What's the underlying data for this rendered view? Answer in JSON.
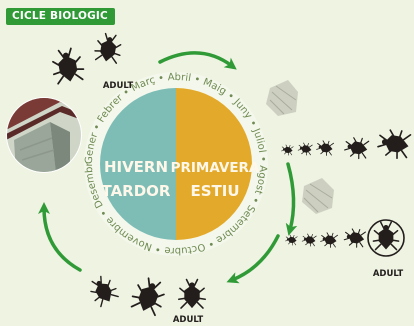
{
  "title": "CICLE BIOLOGIC",
  "center": {
    "left": [
      "HIVERN",
      "TARDOR"
    ],
    "right": [
      "PRIMAVERA",
      "ESTIU"
    ]
  },
  "months": [
    "Gener",
    "Febrer",
    "Març",
    "Abril",
    "Maig",
    "Juny",
    "Juliol",
    "Agost",
    "Setembre",
    "Octubre",
    "Novembre",
    "Desembre"
  ],
  "labels": {
    "adult_top": "ADULT",
    "adult_bottom": "ADULT",
    "adult_right": "ADULT"
  },
  "colors": {
    "background": "#eef3e2",
    "winter": "#7dbdb6",
    "summer": "#e3a92a",
    "center_text": "#fff8ea",
    "ring": "#f4f8ec",
    "month_text": "#6f8a52",
    "arrow": "#2f9a36",
    "bug": "#231e1c",
    "egg": "#cdd0c1"
  }
}
